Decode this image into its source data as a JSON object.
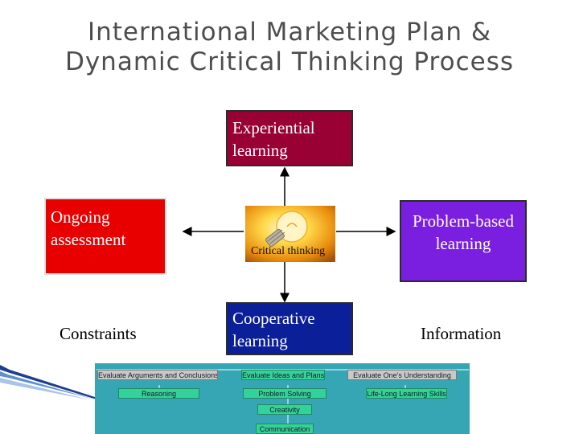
{
  "title": {
    "line1": "International Marketing Plan &",
    "line2": "Dynamic Critical Thinking Process"
  },
  "diagram": {
    "top": "Experiential learning",
    "left": "Ongoing assessment",
    "right": "Problem-based learning",
    "bottom": "Cooperative learning",
    "center": "Critical thinking",
    "bottom_left": "Constraints",
    "bottom_right": "Information",
    "center_icon": "light-bulb-icon"
  },
  "panel": {
    "row1": [
      "Evaluate Arguments and Conclusions",
      "Evaluate Ideas and Plans",
      "Evaluate One's Understanding"
    ],
    "row2": [
      "Reasoning",
      "Problem Solving",
      "Life-Long Learning Skills"
    ],
    "row3": "Creativity",
    "row4": "Communication"
  },
  "colors": {
    "experiential": "#990033",
    "ongoing": "#e80000",
    "problem": "#7a1fe0",
    "cooperative": "#0b1f99",
    "panel": "#37a6b4"
  }
}
